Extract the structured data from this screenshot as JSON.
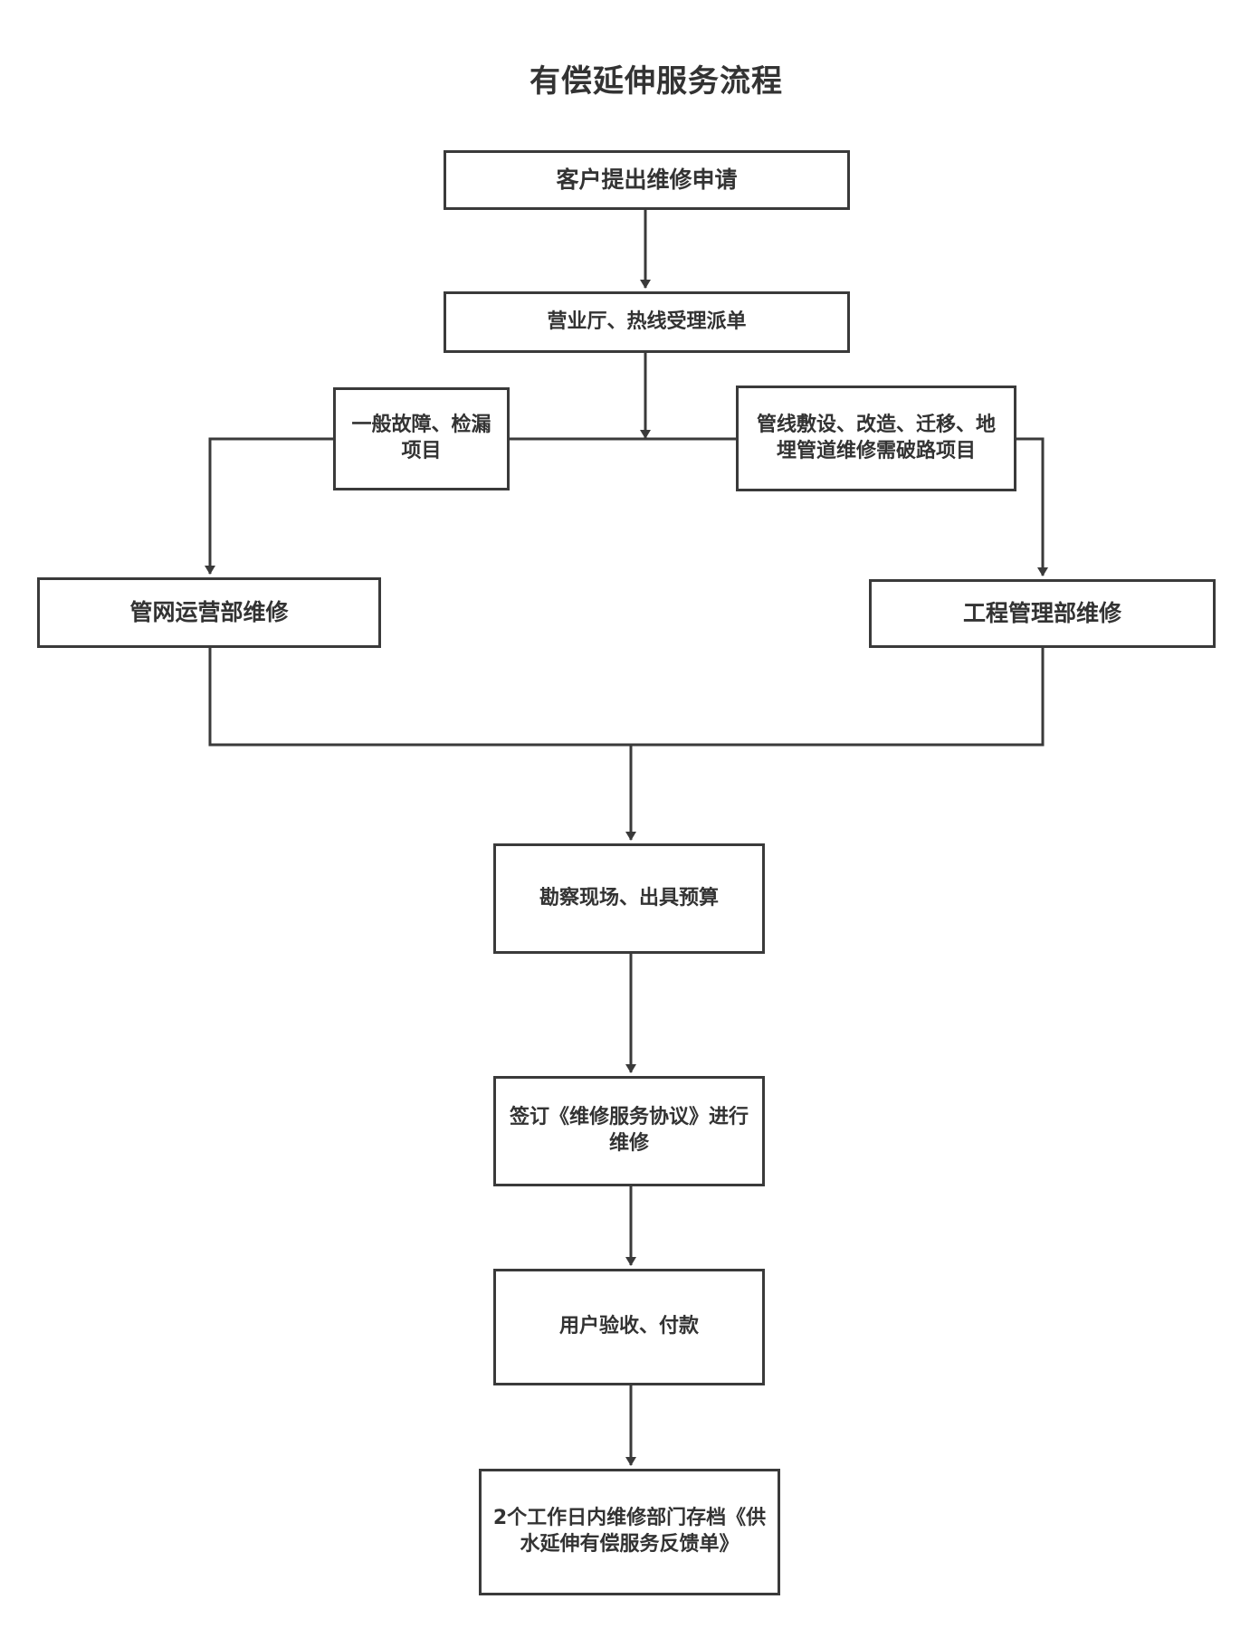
{
  "diagram": {
    "title": "有偿延伸服务流程",
    "nodes": {
      "apply": "客户提出维修申请",
      "dispatch": "营业厅、热线受理派单",
      "general_fault": "一般故障、检漏项目",
      "pipeline_project": "管线敷设、改造、迁移、地埋管道维修需破路项目",
      "network_repair": "管网运营部维修",
      "engineering_repair": "工程管理部维修",
      "survey": "勘察现场、出具预算",
      "sign": "签订《维修服务协议》进行维修",
      "accept": "用户验收、付款",
      "archive": "2个工作日内维修部门存档《供水延伸有偿服务反馈单》"
    },
    "edges": [
      {
        "from": "apply",
        "to": "dispatch"
      },
      {
        "from": "dispatch",
        "to": "general_fault"
      },
      {
        "from": "dispatch",
        "to": "pipeline_project"
      },
      {
        "from": "general_fault",
        "to": "network_repair"
      },
      {
        "from": "pipeline_project",
        "to": "engineering_repair"
      },
      {
        "from": "network_repair",
        "to": "survey"
      },
      {
        "from": "engineering_repair",
        "to": "survey"
      },
      {
        "from": "survey",
        "to": "sign"
      },
      {
        "from": "sign",
        "to": "accept"
      },
      {
        "from": "accept",
        "to": "archive"
      }
    ],
    "colors": {
      "stroke": "#3a3a3a",
      "text": "#333333",
      "background": "#ffffff"
    }
  }
}
